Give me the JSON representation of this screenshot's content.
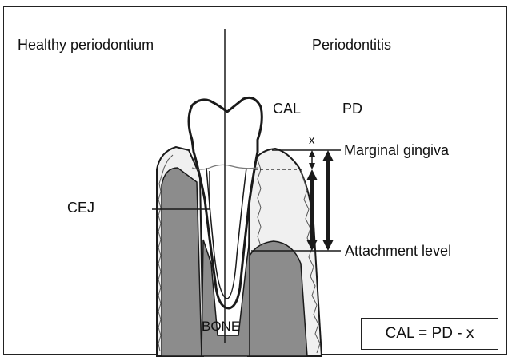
{
  "labels": {
    "left_heading": "Healthy periodontium",
    "right_heading": "Periodontitis",
    "cal": "CAL",
    "pd": "PD",
    "x": "x",
    "marginal_gingiva": "Marginal gingiva",
    "cej": "CEJ",
    "attachment_level": "Attachment level",
    "bone": "BONE"
  },
  "formula": "CAL = PD - x",
  "colors": {
    "bone": "#8c8c8c",
    "tissue": "#f0f0f0",
    "stroke": "#1a1a1a"
  }
}
